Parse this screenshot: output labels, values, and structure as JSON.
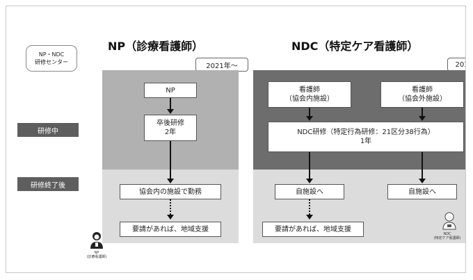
{
  "sidebar": {
    "center_label_line1": "NP・NDC",
    "center_label_line2": "研修センター",
    "training_label": "研修中",
    "after_training_label": "研修終了後"
  },
  "np_column": {
    "title": "NP（診療看護師）",
    "year_tag": "2021年～",
    "box_np": "NP",
    "box_postgrad_line1": "卒後研修",
    "box_postgrad_line2": "2年",
    "box_work": "協会内の施設で勤務",
    "box_support": "要請があれば、地域支援",
    "person_caption_line1": "NP",
    "person_caption_line2": "(診療看護師)"
  },
  "ndc_column": {
    "title": "NDC（特定ケア看護師）",
    "year_tag": "201",
    "box_nurse_in_line1": "看護師",
    "box_nurse_in_line2": "（協会内施設）",
    "box_nurse_out_line1": "看護師",
    "box_nurse_out_line2": "（協会外施設）",
    "box_training_line1": "NDC研修（特定行為研修：21区分38行為）",
    "box_training_line2": "1年",
    "box_own_facility_left": "自施設へ",
    "box_own_facility_right": "自施設へ",
    "box_support": "要請があれば、地域支援",
    "person_caption_line1": "NDC",
    "person_caption_line2": "(特定ケア看護師)"
  },
  "colors": {
    "panel_dark": "#6d6d6d",
    "panel_mid": "#b1b1b1",
    "panel_light": "#dcdcdc",
    "side_label_bg": "#5e5e5e"
  }
}
